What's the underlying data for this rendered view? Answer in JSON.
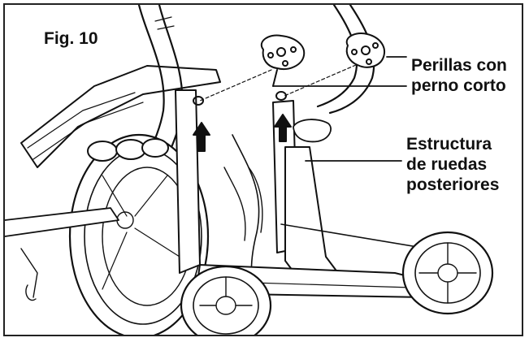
{
  "figure": {
    "label": "Fig. 10",
    "callouts": [
      {
        "lines": [
          "Perillas con",
          "perno corto"
        ]
      },
      {
        "lines": [
          "Estructura",
          "de ruedas",
          "posteriores"
        ]
      }
    ]
  },
  "colors": {
    "ink": "#111111",
    "background": "#ffffff",
    "frame": "#222222"
  }
}
